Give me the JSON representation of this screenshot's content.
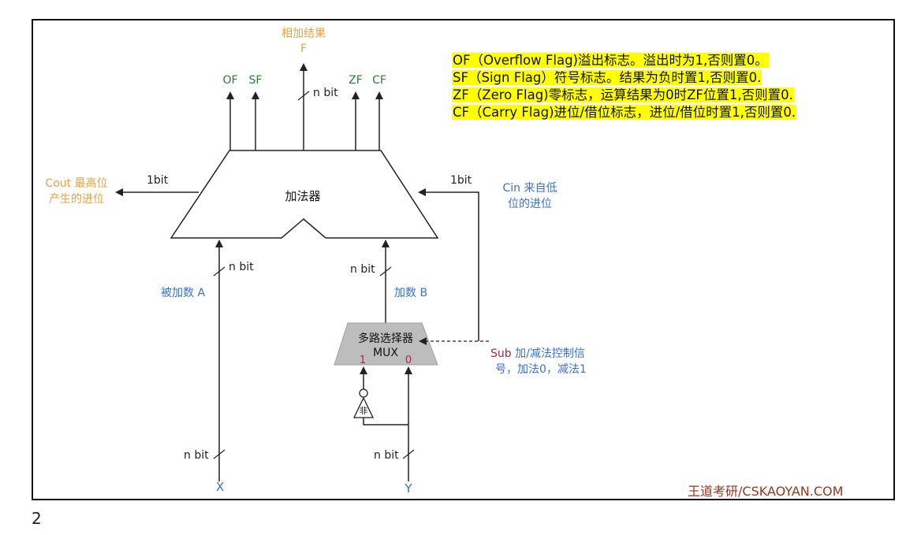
{
  "colors": {
    "flag_green": "#2e7d32",
    "output_orange": "#e8a23a",
    "input_blue": "#3a6fd8",
    "sub_red": "#b0223a",
    "highlight": "#ffff00",
    "credit": "#a0331b",
    "mux_gray": "#bdbdbd"
  },
  "output": {
    "line1": "相加结果",
    "line2": "F"
  },
  "flags": {
    "of": "OF",
    "sf": "SF",
    "zf": "ZF",
    "cf": "CF"
  },
  "widths": {
    "n_bit": "n bit",
    "one_bit": "1bit"
  },
  "adder": {
    "label": "加法器"
  },
  "cout": {
    "line1": "Cout 最高位",
    "line2": "产生的进位"
  },
  "cin": {
    "line1": "Cin 来自低",
    "line2": "位的进位"
  },
  "operand_a": "被加数 A",
  "operand_b": "加数 B",
  "mux": {
    "line1": "多路选择器",
    "line2": "MUX",
    "in1": "1",
    "in0": "0"
  },
  "not_gate": "非",
  "sub": {
    "prefix": "Sub",
    "line1": " 加/减法控制信",
    "line2": "号，加法0，减法1"
  },
  "inputs": {
    "x": "X",
    "y": "Y"
  },
  "notes": [
    "OF（Overflow Flag)溢出标志。溢出时为1,否则置0。",
    "SF（Sign Flag）符号标志。结果为负时置1,否则置0.",
    "ZF（Zero Flag)零标志，运算结果为0时ZF位置1,否则置0.",
    "CF（Carry Flag)进位/借位标志，进位/借位时置1,否则置0."
  ],
  "credit": "王道考研/CSKAOYAN.COM",
  "page_number": "2"
}
